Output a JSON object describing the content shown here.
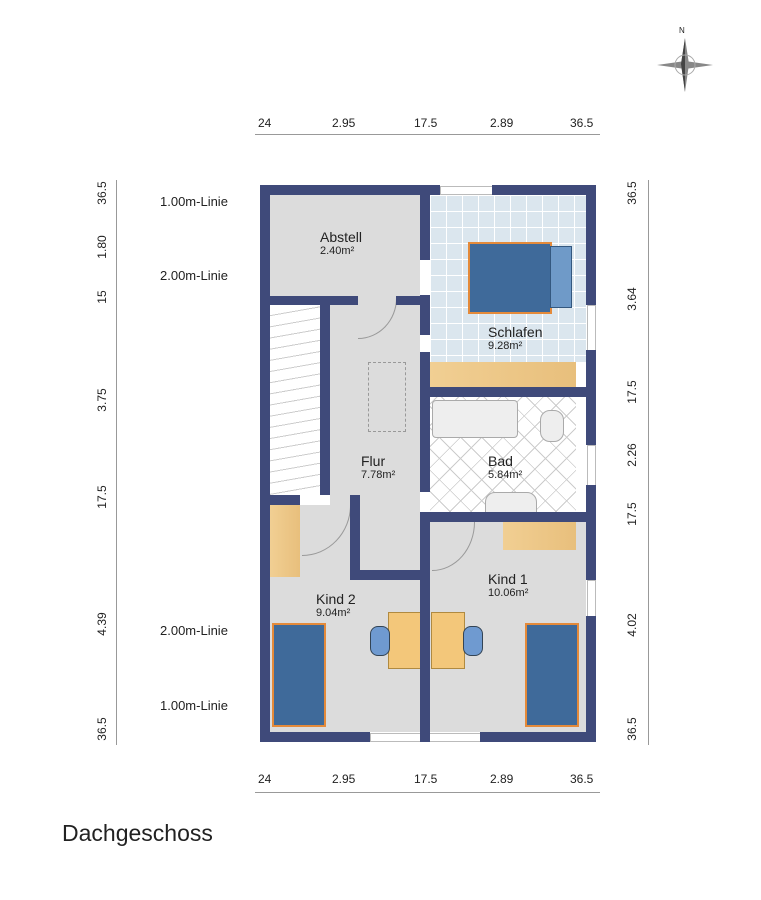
{
  "title": "Dachgeschoss",
  "compass": {
    "north_label": "N"
  },
  "dimensions": {
    "top": [
      "24",
      "2.95",
      "17.5",
      "2.89",
      "36.5"
    ],
    "bottom": [
      "24",
      "2.95",
      "17.5",
      "2.89",
      "36.5"
    ],
    "left": [
      "36.5",
      "1.80",
      "15",
      "3.75",
      "17.5",
      "4.39",
      "36.5"
    ],
    "right": [
      "36.5",
      "3.64",
      "17.5",
      "2.26",
      "17.5",
      "4.02",
      "36.5"
    ]
  },
  "lines": [
    "1.00m-Linie",
    "2.00m-Linie",
    "2.00m-Linie",
    "1.00m-Linie"
  ],
  "rooms": [
    {
      "name": "Abstell",
      "area": "2.40m²"
    },
    {
      "name": "Schlafen",
      "area": "9.28m²"
    },
    {
      "name": "Flur",
      "area": "7.78m²"
    },
    {
      "name": "Bad",
      "area": "5.84m²"
    },
    {
      "name": "Kind 1",
      "area": "10.06m²"
    },
    {
      "name": "Kind 2",
      "area": "9.04m²"
    }
  ],
  "colors": {
    "wall": "#3f4a7a",
    "floor": "#dcdcdc",
    "tile": "#dbe6ee",
    "wood": "#e8bf7c"
  }
}
